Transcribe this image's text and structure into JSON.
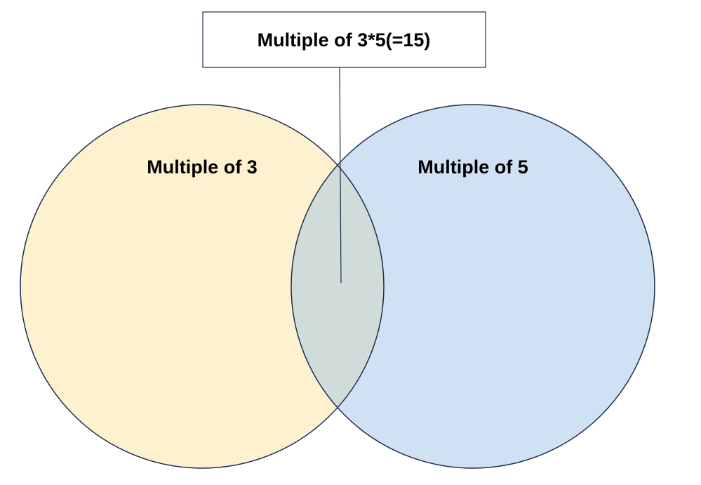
{
  "sets": {
    "left": {
      "label": "Multiple of 3",
      "fill": "#fdf1cf",
      "stroke": "#1f2d4d"
    },
    "right": {
      "label": "Multiple of 5",
      "fill": "#cfe1f2",
      "stroke": "#1f2d4d"
    },
    "overlap_fill": "#cfdcd9"
  },
  "callout": {
    "text": "Multiple of 3*5(=15)",
    "border": "#1f2d4d"
  }
}
